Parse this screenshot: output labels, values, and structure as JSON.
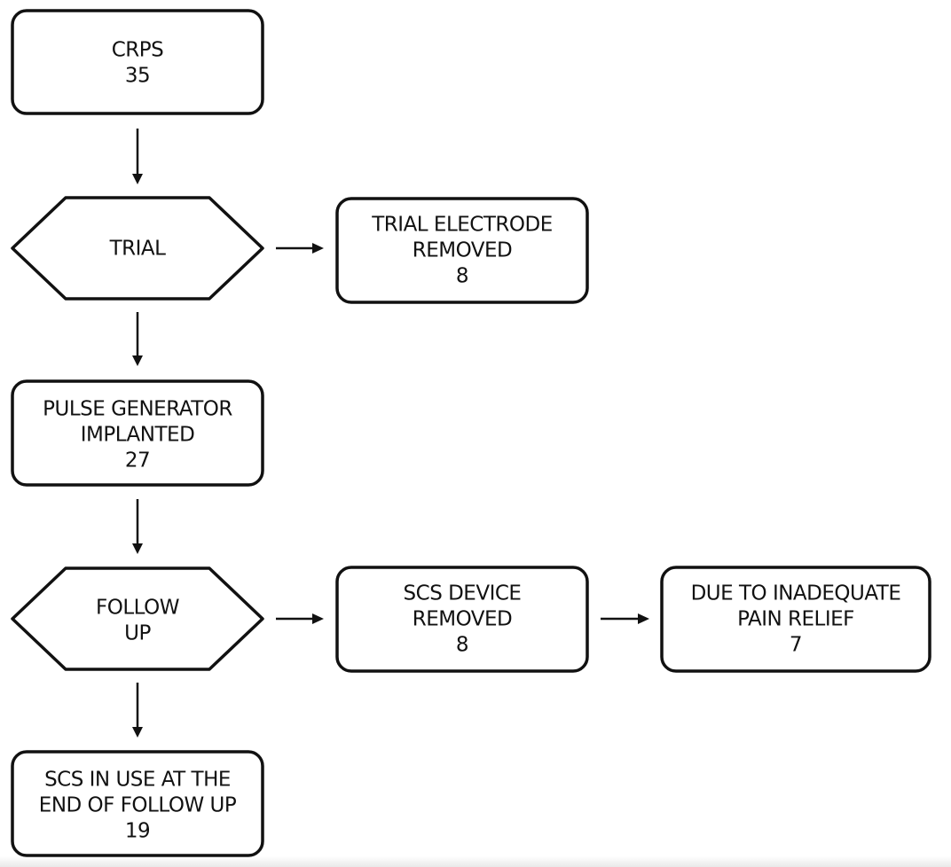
{
  "diagram": {
    "nodes": {
      "crps": {
        "shape": "rounded-rect",
        "lines": [
          "CRPS",
          "35"
        ]
      },
      "trial": {
        "shape": "hexagon",
        "lines": [
          "TRIAL"
        ]
      },
      "trial_electrode_removed": {
        "shape": "rounded-rect",
        "lines": [
          "TRIAL ELECTRODE",
          "REMOVED",
          "8"
        ]
      },
      "pulse_generator_implanted": {
        "shape": "rounded-rect",
        "lines": [
          "PULSE GENERATOR",
          "IMPLANTED",
          "27"
        ]
      },
      "follow_up": {
        "shape": "hexagon",
        "lines": [
          "FOLLOW",
          "UP"
        ]
      },
      "scs_device_removed": {
        "shape": "rounded-rect",
        "lines": [
          "SCS DEVICE",
          "REMOVED",
          "8"
        ]
      },
      "inadequate_pain_relief": {
        "shape": "rounded-rect",
        "lines": [
          "DUE TO INADEQUATE",
          "PAIN RELIEF",
          "7"
        ]
      },
      "scs_in_use": {
        "shape": "rounded-rect",
        "lines": [
          "SCS IN USE AT THE",
          "END OF FOLLOW UP",
          "19"
        ]
      }
    },
    "edges": [
      {
        "from": "crps",
        "to": "trial"
      },
      {
        "from": "trial",
        "to": "trial_electrode_removed"
      },
      {
        "from": "trial",
        "to": "pulse_generator_implanted"
      },
      {
        "from": "pulse_generator_implanted",
        "to": "follow_up"
      },
      {
        "from": "follow_up",
        "to": "scs_device_removed"
      },
      {
        "from": "scs_device_removed",
        "to": "inadequate_pain_relief"
      },
      {
        "from": "follow_up",
        "to": "scs_in_use"
      }
    ]
  }
}
